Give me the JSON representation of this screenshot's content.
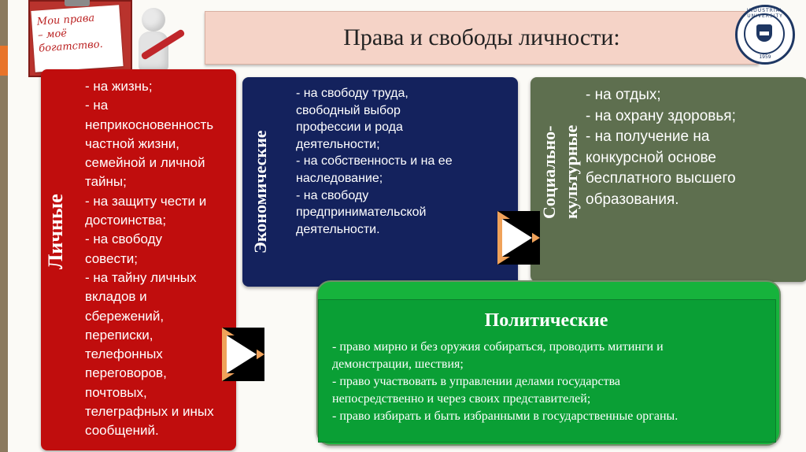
{
  "slide": {
    "title": "Права и свободы личности:"
  },
  "logo": {
    "lines": [
      "Мои права",
      "– моё",
      "богатство."
    ]
  },
  "emblem": {
    "top_text": "INDUSTRIAL UNIVERSITY",
    "year": "1959"
  },
  "personal": {
    "label": "Личные",
    "items": [
      "- на жизнь;",
      "- на",
      "неприкосновенность",
      "частной жизни,",
      "семейной и личной",
      "тайны;",
      "- на защиту чести и",
      "достоинства;",
      "- на свободу",
      "совести;",
      "- на тайну личных",
      "вкладов и",
      "сбережений,",
      "переписки,",
      "телефонных",
      "переговоров,",
      "почтовых,",
      "телеграфных и иных",
      "сообщений."
    ]
  },
  "economic": {
    "label": "Экономические",
    "items": [
      "- на свободу труда,",
      "свободный выбор",
      "профессии и рода",
      "деятельности;",
      "- на собственность и на ее",
      "наследование;",
      "- на свободу",
      "предпринимательской",
      "деятельности."
    ]
  },
  "social": {
    "label_line1": "Социально-",
    "label_line2": "культурные",
    "items": [
      "- на отдых;",
      "- на охрану здоровья;",
      "- на получение на",
      "конкурсной основе",
      "бесплатного высшего",
      "образования."
    ]
  },
  "political": {
    "title": "Политические",
    "items": [
      "- право мирно и без оружия собираться, проводить митинги и",
      "демонстрации, шествия;",
      "- право участвовать в управлении делами государства",
      "непосредственно и через своих представителей;",
      "- право избирать и быть избранными в государственные органы."
    ]
  },
  "colors": {
    "personal": "#c00d0d",
    "economic": "#14225d",
    "social": "#5e6f4f",
    "political": "#0a9f35",
    "arrow": "#f0a25a",
    "title_bg": "#f5d3c7"
  }
}
